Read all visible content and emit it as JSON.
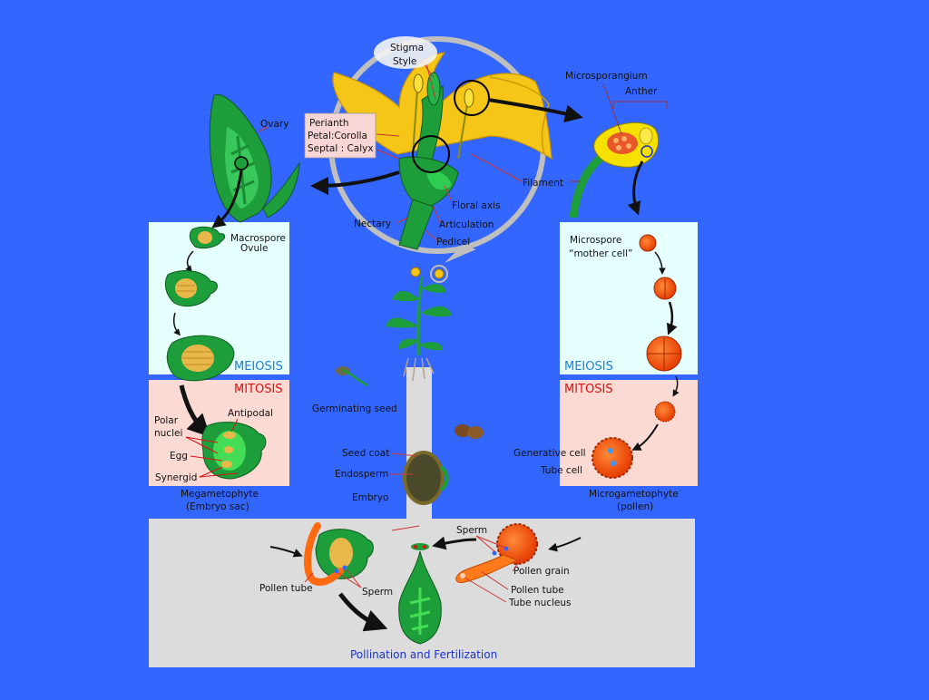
{
  "flower": {
    "stigma": "Stigma",
    "style": "Style",
    "perianth": "Perianth",
    "petal": "Petal:Corolla",
    "sepal": "Septal : Calyx",
    "floral_axis": "Floral axis",
    "articulation": "Articulation",
    "nectary": "Nectary",
    "pedicel": "Pedicel",
    "filament": "Filament"
  },
  "female": {
    "ovary": "Ovary",
    "macrospore": "Macrospore",
    "ovule": "Ovule",
    "meiosis": "MEIOSIS",
    "mitosis": "MITOSIS",
    "polar": "Polar",
    "nuclei": "nuclei",
    "antipodal": "Antipodal",
    "egg": "Egg",
    "synergid": "Synergid",
    "caption1": "Megametophyte",
    "caption2": "(Embryo sac)"
  },
  "male": {
    "microsporangium": "Microsporangium",
    "anther": "Anther",
    "microspore": "Microspore",
    "mother_cell": "“mother cell”",
    "meiosis": "MEIOSIS",
    "mitosis": "MITOSIS",
    "generative": "Generative cell",
    "tube_cell": "Tube cell",
    "caption1": "Microgametophyte",
    "caption2": "(pollen)"
  },
  "center": {
    "germinating": "Germinating seed",
    "seed_coat": "Seed coat",
    "endosperm": "Endosperm",
    "embryo": "Embryo"
  },
  "bottom": {
    "pollen_tube_left": "Pollen tube",
    "sperm_left": "Sperm",
    "sperm_right": "Sperm",
    "pollen_grain": "Pollen grain",
    "pollen_tube_right": "Pollen tube",
    "tube_nucleus": "Tube nucleus",
    "caption": "Pollination and Fertilization"
  }
}
